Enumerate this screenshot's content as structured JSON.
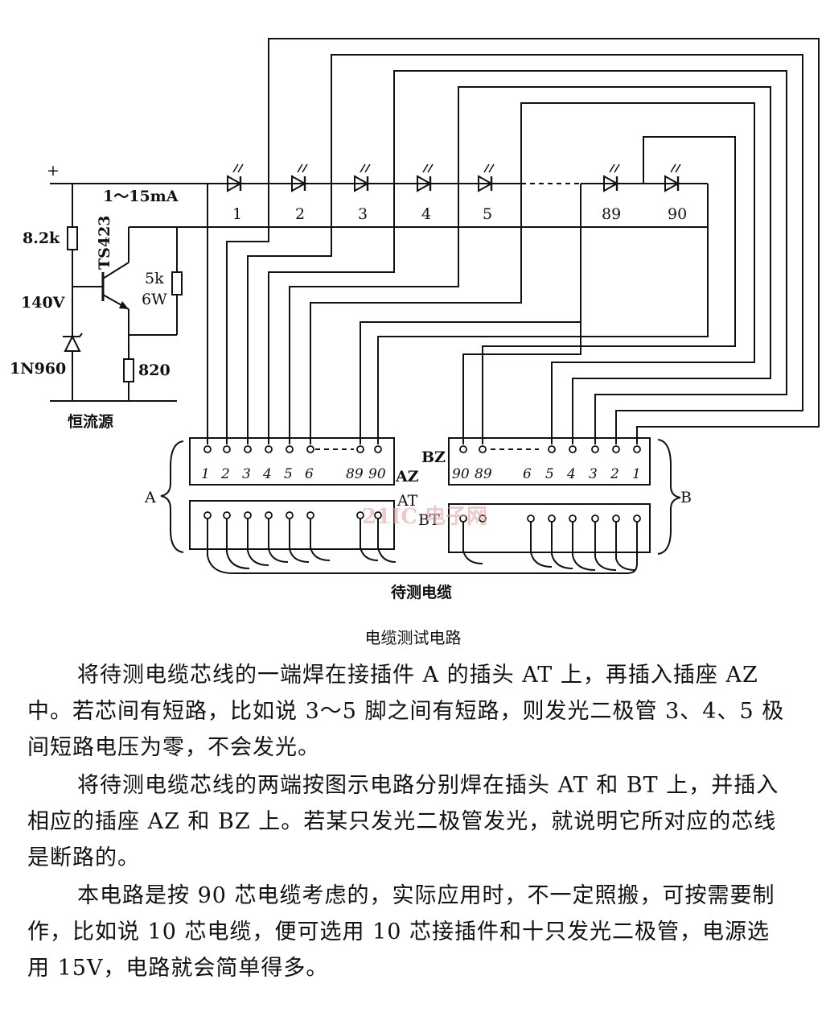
{
  "diagram": {
    "plus_label": "+",
    "current_label": "1～15mA",
    "transistor_label": "TS423",
    "r1_label": "8.2k",
    "voltage_label": "140V",
    "diode_label": "1N960",
    "r_emitter_label": "820",
    "r_load_label1": "5k",
    "r_load_label2": "6W",
    "source_label": "恒流源",
    "led_labels": [
      "1",
      "2",
      "3",
      "4",
      "5",
      "89",
      "90"
    ],
    "az_pins": [
      "1",
      "2",
      "3",
      "4",
      "5",
      "6",
      "89",
      "90"
    ],
    "bz_pins": [
      "90",
      "89",
      "6",
      "5",
      "4",
      "3",
      "2",
      "1"
    ],
    "az_label": "AZ",
    "at_label": "AT",
    "bz_label": "BZ",
    "bt_label": "BT",
    "a_label": "A",
    "b_label": "B",
    "cable_label": "待测电缆",
    "watermark": "21IC 电子网"
  },
  "caption": "电缆测试电路",
  "paragraphs": [
    "将待测电缆芯线的一端焊在接插件 A 的插头 AT 上，再插入插座 AZ 中。若芯间有短路，比如说 3～5 脚之间有短路，则发光二极管 3、4、5 极间短路电压为零，不会发光。",
    "将待测电缆芯线的两端按图示电路分别焊在插头 AT 和 BT 上，并插入相应的插座 AZ 和 BZ 上。若某只发光二极管发光，就说明它所对应的芯线是断路的。",
    "本电路是按 90 芯电缆考虑的，实际应用时，不一定照搬，可按需要制作，比如说 10 芯电缆，便可选用 10 芯接插件和十只发光二极管，电源选用 15V，电路就会简单得多。"
  ]
}
